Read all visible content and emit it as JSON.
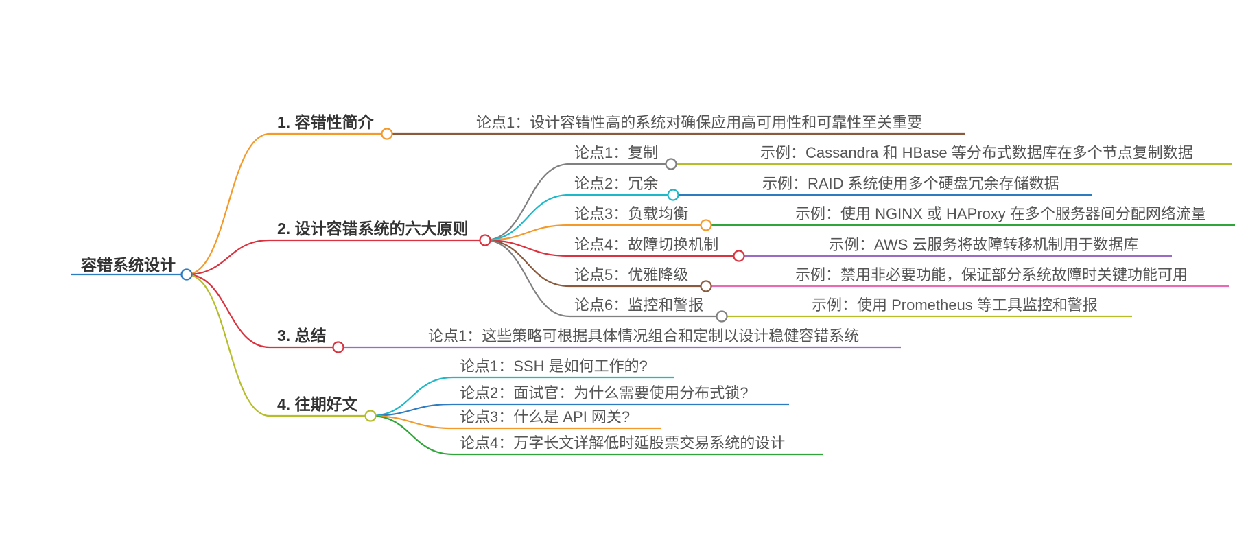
{
  "root": {
    "label": "容错系统设计",
    "color": "#2f7bbf"
  },
  "branches": [
    {
      "label": "1. 容错性简介",
      "color": "#f39a2b",
      "children": [
        {
          "label": "论点1：设计容错性高的系统对确保应用高可用性和可靠性至关重要",
          "color": "#8b5a3c"
        }
      ]
    },
    {
      "label": "2. 设计容错系统的六大原则",
      "color": "#d9333f",
      "children": [
        {
          "label": "论点1：复制",
          "color": "#808080",
          "example": {
            "label": "示例：Cassandra 和 HBase 等分布式数据库在多个节点复制数据",
            "color": "#b5bd2a"
          }
        },
        {
          "label": "论点2：冗余",
          "color": "#1fb8c9",
          "example": {
            "label": "示例：RAID 系统使用多个硬盘冗余存储数据",
            "color": "#2f7bbf"
          }
        },
        {
          "label": "论点3：负载均衡",
          "color": "#f39a2b",
          "example": {
            "label": "示例：使用 NGINX 或 HAProxy 在多个服务器间分配网络流量",
            "color": "#2fa53a"
          }
        },
        {
          "label": "论点4：故障切换机制",
          "color": "#d9333f",
          "example": {
            "label": "示例：AWS 云服务将故障转移机制用于数据库",
            "color": "#9b6bc4"
          }
        },
        {
          "label": "论点5：优雅降级",
          "color": "#8b5a3c",
          "example": {
            "label": "示例：禁用非必要功能，保证部分系统故障时关键功能可用",
            "color": "#e86bb2"
          }
        },
        {
          "label": "论点6：监控和警报",
          "color": "#808080",
          "example": {
            "label": "示例：使用 Prometheus 等工具监控和警报",
            "color": "#b5bd2a"
          }
        }
      ]
    },
    {
      "label": "3. 总结",
      "color": "#d9333f",
      "children": [
        {
          "label": "论点1：这些策略可根据具体情况组合和定制以设计稳健容错系统",
          "color": "#9b6bc4"
        }
      ]
    },
    {
      "label": "4. 往期好文",
      "color": "#b5bd2a",
      "children": [
        {
          "label": "论点1：SSH 是如何工作的?",
          "color": "#1fb8c9"
        },
        {
          "label": "论点2：面试官：为什么需要使用分布式锁?",
          "color": "#2f7bbf"
        },
        {
          "label": "论点3：什么是 API 网关?",
          "color": "#f39a2b"
        },
        {
          "label": "论点4：万字长文详解低时延股票交易系统的设计",
          "color": "#2fa53a"
        }
      ]
    }
  ]
}
